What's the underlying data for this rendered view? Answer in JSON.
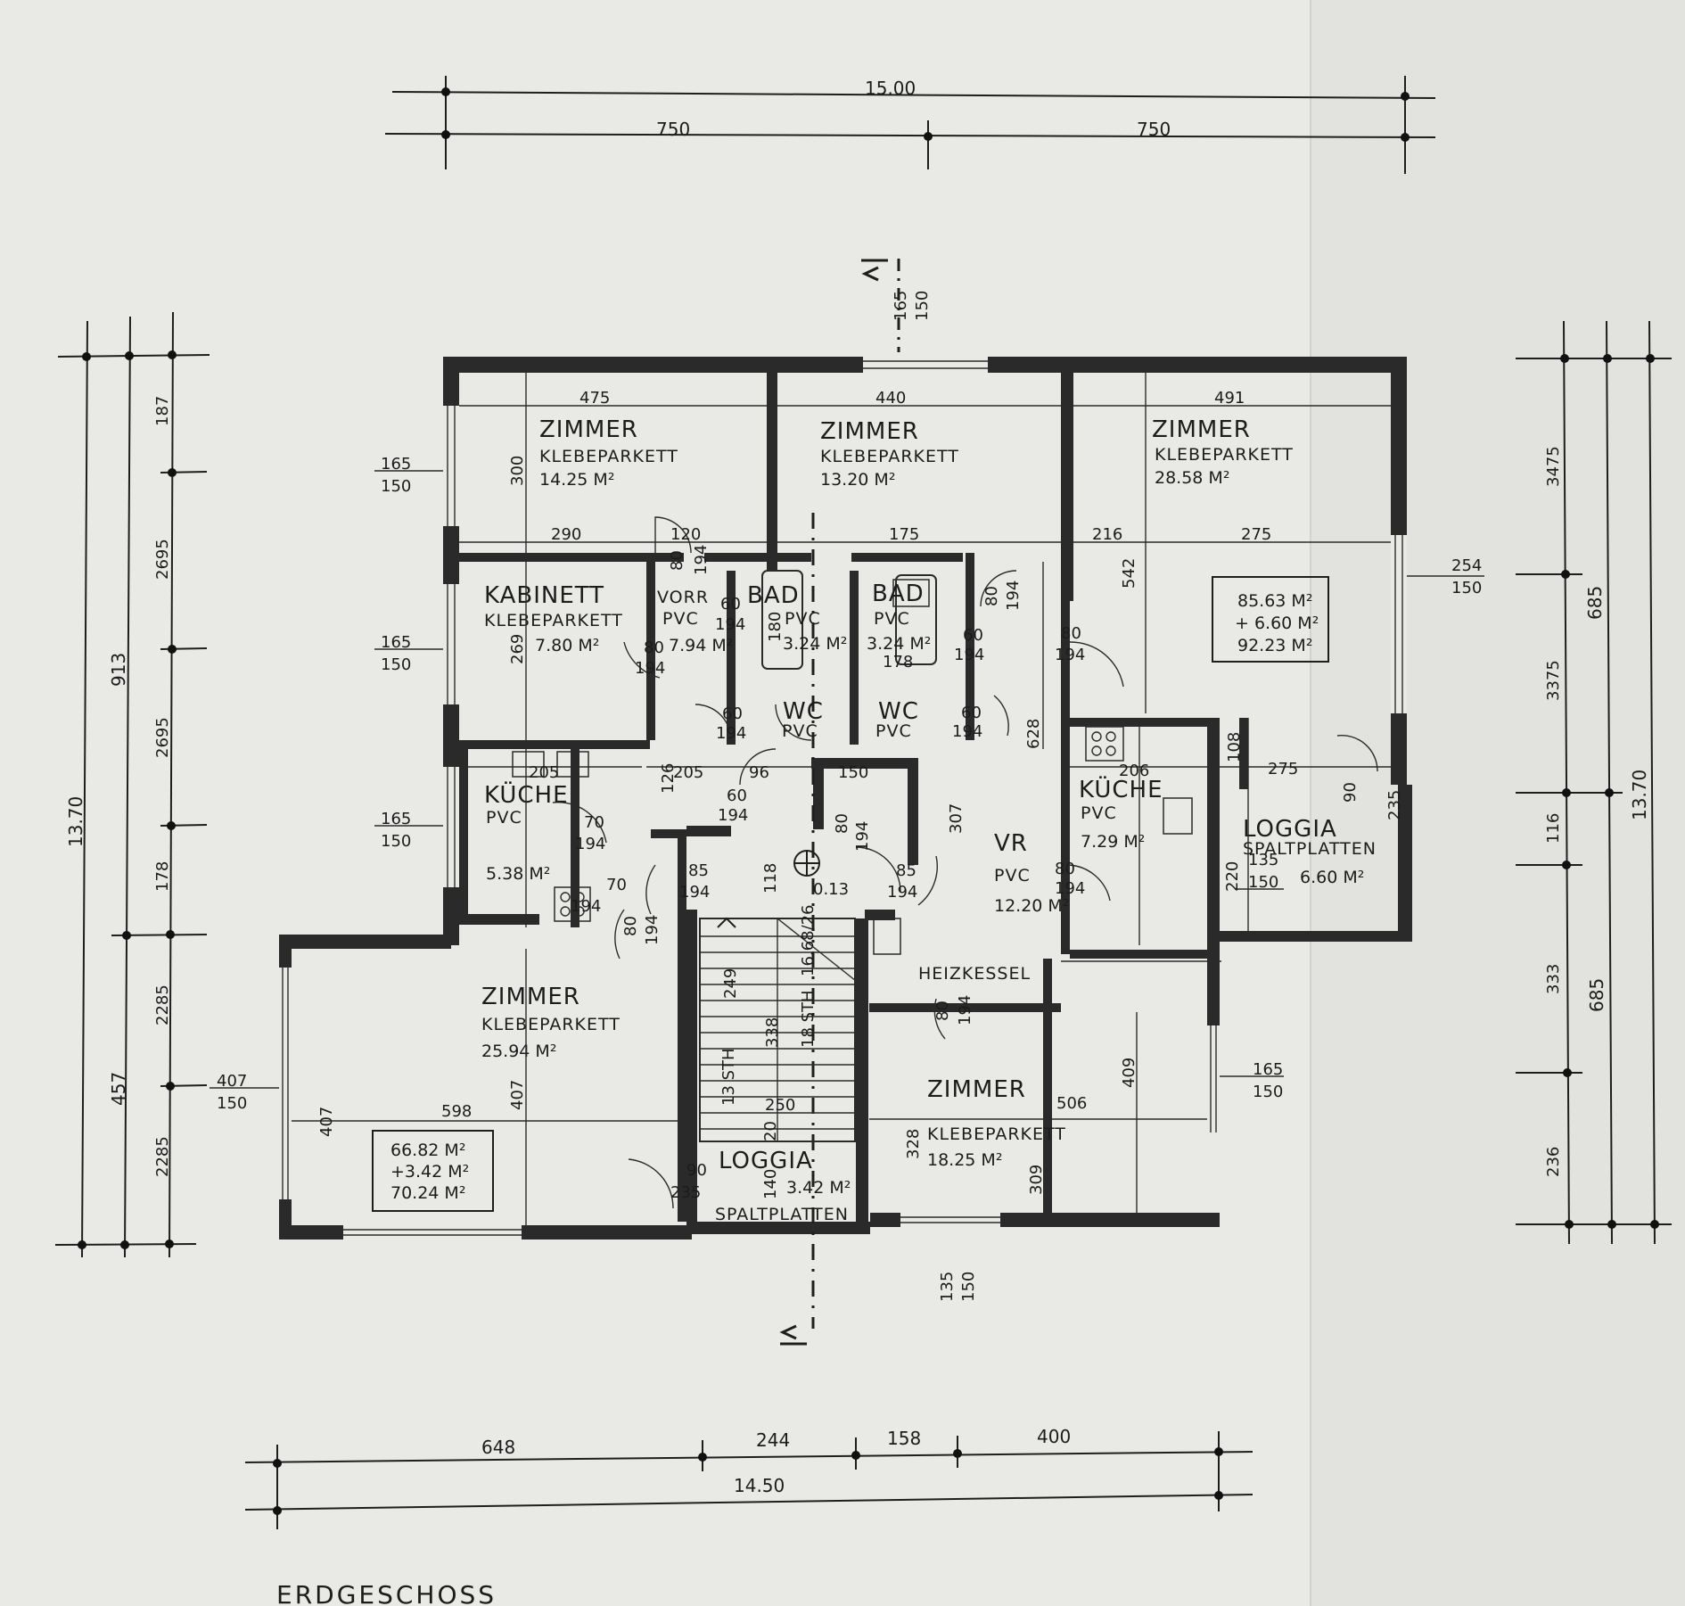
{
  "floor_label": "ERDGESCHOSS",
  "rooms": [
    {
      "id": "zimmer-nw",
      "name": "ZIMMER",
      "floor": "KLEBEPARKETT",
      "area": "14.25 M²"
    },
    {
      "id": "zimmer-n-center",
      "name": "ZIMMER",
      "floor": "KLEBEPARKETT",
      "area": "13.20 M²"
    },
    {
      "id": "zimmer-ne",
      "name": "ZIMMER",
      "floor": "KLEBEPARKETT",
      "area": "28.58 M²"
    },
    {
      "id": "kabinett",
      "name": "KABINETT",
      "floor": "KLEBEPARKETT",
      "area": "7.80 M²"
    },
    {
      "id": "vorraum-w",
      "name": "VORR",
      "floor": "PVC",
      "area": "7.94 M²"
    },
    {
      "id": "bad-w",
      "name": "BAD",
      "floor": "PVC",
      "area": "3.24 M²"
    },
    {
      "id": "bad-e",
      "name": "BAD",
      "floor": "PVC",
      "area": "3.24 M²"
    },
    {
      "id": "wc-w",
      "name": "WC",
      "floor": "PVC",
      "area": ""
    },
    {
      "id": "wc-e",
      "name": "WC",
      "floor": "PVC",
      "area": ""
    },
    {
      "id": "kueche-w",
      "name": "KÜCHE",
      "floor": "PVC",
      "area": "5.38 M²"
    },
    {
      "id": "kueche-e",
      "name": "KÜCHE",
      "floor": "PVC",
      "area": "7.29 M²"
    },
    {
      "id": "vorraum-e",
      "name": "VR",
      "floor": "PVC",
      "area": "12.20 M²"
    },
    {
      "id": "loggia-e",
      "name": "LOGGIA",
      "floor": "SPALTPLATTEN",
      "area": "6.60 M²"
    },
    {
      "id": "zimmer-sw",
      "name": "ZIMMER",
      "floor": "KLEBEPARKETT",
      "area": "25.94 M²"
    },
    {
      "id": "zimmer-se",
      "name": "ZIMMER",
      "floor": "KLEBEPARKETT",
      "area": "18.25 M²"
    },
    {
      "id": "loggia-s",
      "name": "LOGGIA",
      "floor": "SPALTPLATTEN",
      "area": "3.42 M²"
    }
  ],
  "heizkessel_label": "HEIZKESSEL",
  "area_boxes": [
    {
      "id": "east-unit",
      "lines": [
        "85.63 M²",
        "+ 6.60 M²",
        "92.23 M²"
      ]
    },
    {
      "id": "west-unit",
      "lines": [
        "66.82 M²",
        "+3.42 M²",
        "70.24 M²"
      ]
    }
  ],
  "dimensions": {
    "top_total": "15.00",
    "top_left": "750",
    "top_right": "750",
    "bottom_segments": [
      "648",
      "244",
      "158",
      "400"
    ],
    "bottom_total": "14.50",
    "left_total": "13.70",
    "left_mid": [
      "913",
      "457"
    ],
    "left_parts": [
      "187",
      "2695",
      "2695",
      "178",
      "2285",
      "2285"
    ],
    "right_total": "13.70",
    "right_mid": [
      "685",
      "685"
    ],
    "right_parts": [
      "3475",
      "3375",
      "116",
      "333",
      "236"
    ]
  },
  "window_dims": [
    {
      "id": "w-left-1",
      "top": "165",
      "bottom": "150"
    },
    {
      "id": "w-left-2",
      "top": "165",
      "bottom": "150"
    },
    {
      "id": "w-left-3",
      "top": "165",
      "bottom": "150"
    },
    {
      "id": "w-left-4",
      "top": "407",
      "bottom": "150"
    },
    {
      "id": "w-right-1",
      "top": "254",
      "bottom": "150"
    },
    {
      "id": "w-right-2",
      "top": "165",
      "bottom": "150"
    },
    {
      "id": "w-top",
      "top": "165",
      "bottom": "150"
    },
    {
      "id": "w-bottom",
      "top": "135",
      "bottom": "150"
    },
    {
      "id": "w-loggia-e",
      "top": "135",
      "bottom": "150"
    }
  ],
  "room_dims": {
    "r475": "475",
    "r440": "440",
    "r491": "491",
    "r300": "300",
    "r290": "290",
    "r120": "120",
    "r175": "175",
    "r216": "216",
    "r275a": "275",
    "r542": "542",
    "r269": "269",
    "r180": "180",
    "r178": "178",
    "r205a": "205",
    "r205b": "205",
    "r96": "96",
    "r150": "150",
    "r206": "206",
    "r275b": "275",
    "r108": "108",
    "r628": "628",
    "r307": "307",
    "r126": "126",
    "r118": "118",
    "r013": "0.13",
    "r598": "598",
    "r407a": "407",
    "r407b": "407",
    "r250": "250",
    "r506": "506",
    "r409": "409",
    "r328": "328",
    "r309": "309",
    "r220": "220",
    "r235": "235",
    "r90": "90",
    "r338": "338",
    "r249": "249",
    "r13sth": "13 STH",
    "r18sth": "18 STH",
    "r1668": "16.68/26",
    "r140": "140",
    "r20": "20"
  },
  "door_dims": [
    {
      "id": "d1",
      "a": "80",
      "b": "194"
    },
    {
      "id": "d2",
      "a": "80",
      "b": "194"
    },
    {
      "id": "d3",
      "a": "60",
      "b": "194"
    },
    {
      "id": "d4",
      "a": "60",
      "b": "194"
    },
    {
      "id": "d5",
      "a": "80",
      "b": "194"
    },
    {
      "id": "d6",
      "a": "80",
      "b": "194"
    },
    {
      "id": "d7",
      "a": "60",
      "b": "194"
    },
    {
      "id": "d8",
      "a": "60",
      "b": "194"
    },
    {
      "id": "d9",
      "a": "60",
      "b": "194"
    },
    {
      "id": "d10",
      "a": "70",
      "b": "194"
    },
    {
      "id": "d11",
      "a": "85",
      "b": "194"
    },
    {
      "id": "d12",
      "a": "85",
      "b": "194"
    },
    {
      "id": "d13",
      "a": "80",
      "b": "194"
    },
    {
      "id": "d14",
      "a": "80",
      "b": "194"
    },
    {
      "id": "d15",
      "a": "80",
      "b": "194"
    },
    {
      "id": "d16",
      "a": "70",
      "b": "194"
    },
    {
      "id": "d17",
      "a": "80",
      "b": "194"
    },
    {
      "id": "d18",
      "a": "90",
      "b": "235"
    }
  ]
}
